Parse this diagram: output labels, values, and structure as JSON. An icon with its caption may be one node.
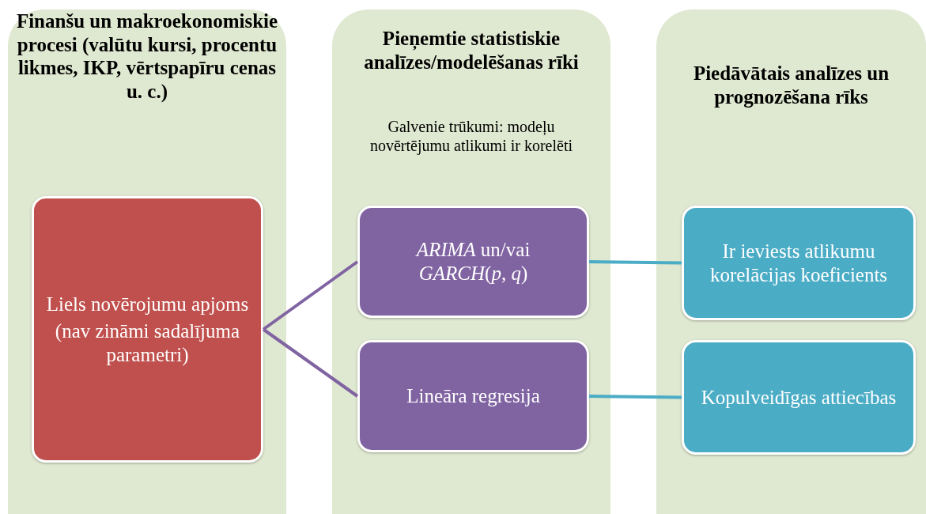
{
  "diagram": {
    "nodes": [
      {
        "text": [
          "Finanšu un makroekonomiskie procesi (valūtu kursi, procentu likmes, IKP, vērtspapīru cenas u. c.)"
        ]
      },
      {
        "text": [
          "Pieņemtie statistiskie analīzes/modelēšanas rīki",
          "Galvenie trūkumi: modeļu novērtējumu atlikumi ir korelēti"
        ]
      },
      {
        "text": [
          "Piedāvātais analīzes un prognozēšana rīks"
        ]
      },
      {
        "text": [
          "Liels novērojumu apjoms",
          "(nav zināmi sadalījuma parametri)"
        ],
        "in": 0
      },
      {
        "text": [
          "*ARIMA* un/vai *GARCH*(*p*, *q*)"
        ],
        "in": 1
      },
      {
        "text": [
          "Lineāra regresija"
        ],
        "in": 1
      },
      {
        "text": [
          "Ir ieviests atlikumu korelācijas koeficients"
        ],
        "in": 2
      },
      {
        "text": [
          "Kopulveidīgas attiecības"
        ],
        "in": 2
      }
    ],
    "edges": [
      {
        "from": 3,
        "to": 4,
        "arrow": "none",
        "color": "#8064a2"
      },
      {
        "from": 3,
        "to": 5,
        "arrow": "none",
        "color": "#8064a2"
      },
      {
        "from": 4,
        "to": 6,
        "arrow": "none",
        "color": "#4bacc6"
      },
      {
        "from": 5,
        "to": 7,
        "arrow": "none",
        "color": "#4bacc6"
      }
    ]
  }
}
